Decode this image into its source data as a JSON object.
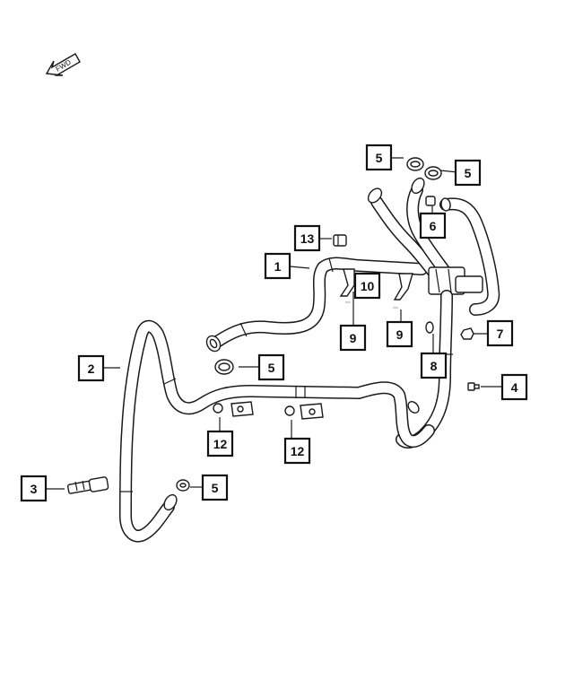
{
  "diagram": {
    "forward_arrow_label": "FWD",
    "callouts": [
      {
        "id": "c1",
        "label": "1"
      },
      {
        "id": "c2",
        "label": "2"
      },
      {
        "id": "c3",
        "label": "3"
      },
      {
        "id": "c4",
        "label": "4"
      },
      {
        "id": "c5a",
        "label": "5"
      },
      {
        "id": "c5b",
        "label": "5"
      },
      {
        "id": "c5c",
        "label": "5"
      },
      {
        "id": "c5d",
        "label": "5"
      },
      {
        "id": "c6",
        "label": "6"
      },
      {
        "id": "c7",
        "label": "7"
      },
      {
        "id": "c8",
        "label": "8"
      },
      {
        "id": "c9a",
        "label": "9"
      },
      {
        "id": "c9b",
        "label": "9"
      },
      {
        "id": "c10",
        "label": "10"
      },
      {
        "id": "c12a",
        "label": "12"
      },
      {
        "id": "c12b",
        "label": "12"
      },
      {
        "id": "c13",
        "label": "13"
      }
    ]
  }
}
